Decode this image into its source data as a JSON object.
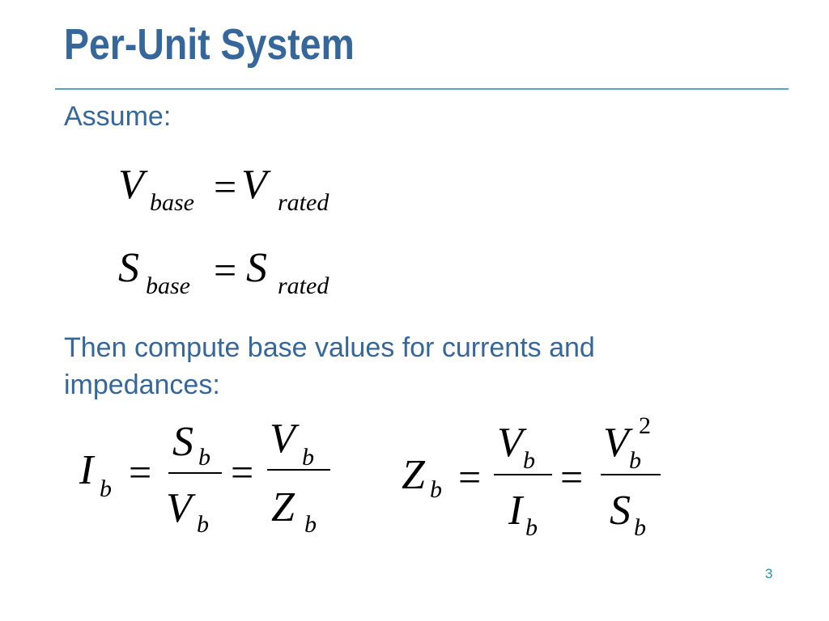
{
  "slide": {
    "title": "Per-Unit System",
    "assume_label": "Assume:",
    "then_text": "Then compute base values for currents and impedances:",
    "page_number": "3"
  },
  "equations": {
    "v": {
      "lhs": "V",
      "lhs_sub": "base",
      "eq": "=",
      "rhs": "V",
      "rhs_sub": "rated"
    },
    "s": {
      "lhs": "S",
      "lhs_sub": "base",
      "eq": "=",
      "rhs": "S",
      "rhs_sub": "rated"
    },
    "ib": {
      "lhs": "I",
      "lhs_sub": "b",
      "eq1": "=",
      "f1_num": "S",
      "f1_num_sub": "b",
      "f1_den": "V",
      "f1_den_sub": "b",
      "eq2": "=",
      "f2_num": "V",
      "f2_num_sub": "b",
      "f2_den": "Z",
      "f2_den_sub": "b"
    },
    "zb": {
      "lhs": "Z",
      "lhs_sub": "b",
      "eq1": "=",
      "f1_num": "V",
      "f1_num_sub": "b",
      "f1_den": "I",
      "f1_den_sub": "b",
      "eq2": "=",
      "f2_num": "V",
      "f2_num_sub": "b",
      "f2_num_sup": "2",
      "f2_den": "S",
      "f2_den_sub": "b"
    }
  }
}
